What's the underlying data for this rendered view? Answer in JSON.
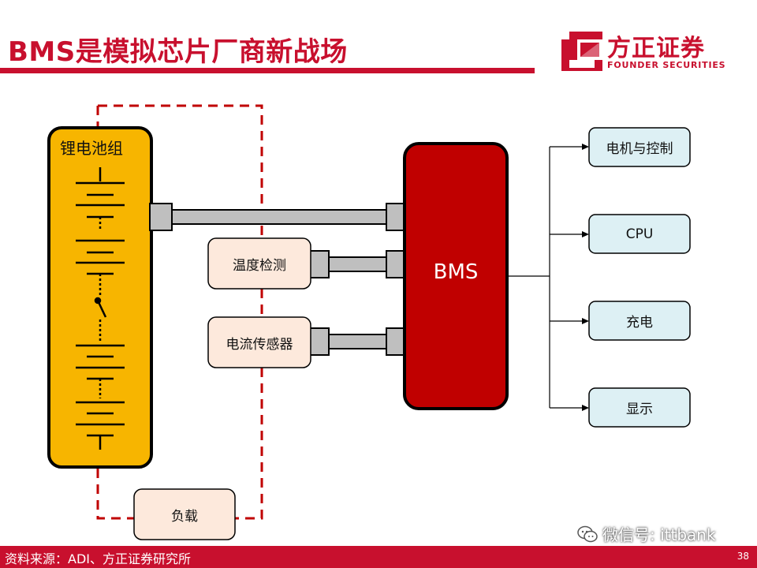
{
  "header": {
    "title": "BMS是模拟芯片厂商新战场",
    "logo_cn": "方正证券",
    "logo_en": "FOUNDER SECURITIES"
  },
  "diagram": {
    "battery_label": "锂电池组",
    "sensor_temp": "温度检测",
    "sensor_current": "电流传感器",
    "load": "负载",
    "bms": "BMS",
    "outputs": [
      "电机与控制",
      "CPU",
      "充电",
      "显示"
    ]
  },
  "footer": {
    "source": "资料来源：ADI、方正证券研究所",
    "page": "38",
    "watermark": "微信号: ittbank"
  },
  "colors": {
    "brand_red": "#c8102e",
    "battery_fill": "#f7b500",
    "bms_fill": "#c00000",
    "sensor_fill": "#fde9dc",
    "output_fill": "#ddf0f4"
  }
}
